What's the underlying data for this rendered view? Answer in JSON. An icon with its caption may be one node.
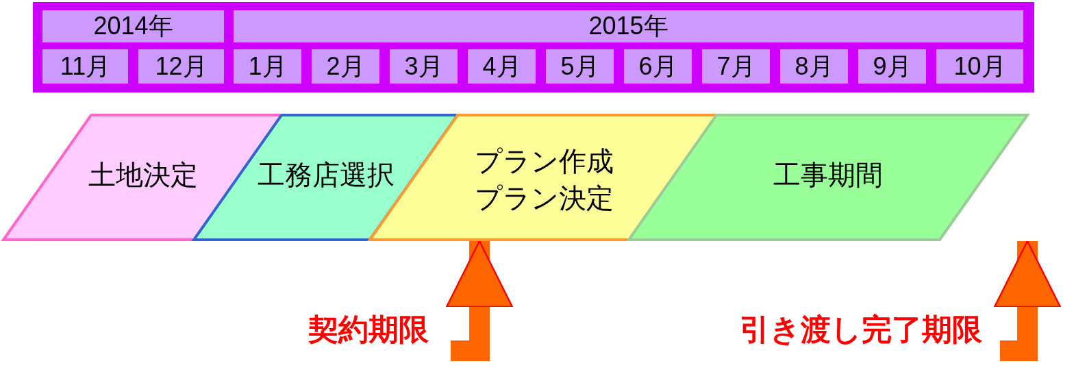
{
  "diagram": {
    "nodes": [
      {
        "text": [],
        "shape": "box"
      },
      {
        "text": [
          "2014年"
        ],
        "in": 0
      },
      {
        "text": [
          "2015年"
        ],
        "in": 0
      },
      {
        "text": [
          "11月"
        ],
        "in": 0
      },
      {
        "text": [
          "12月"
        ],
        "in": 0
      },
      {
        "text": [
          "1月"
        ],
        "in": 0
      },
      {
        "text": [
          "2月"
        ],
        "in": 0
      },
      {
        "text": [
          "3月"
        ],
        "in": 0
      },
      {
        "text": [
          "4月"
        ],
        "in": 0
      },
      {
        "text": [
          "5月"
        ],
        "in": 0
      },
      {
        "text": [
          "6月"
        ],
        "in": 0
      },
      {
        "text": [
          "7月"
        ],
        "in": 0
      },
      {
        "text": [
          "8月"
        ],
        "in": 0
      },
      {
        "text": [
          "9月"
        ],
        "in": 0
      },
      {
        "text": [
          "10月"
        ],
        "in": 0
      },
      {
        "text": [
          "土地決定"
        ]
      },
      {
        "text": [
          "工務店選択"
        ]
      },
      {
        "text": [
          "プラン作成",
          "プラン決定"
        ]
      },
      {
        "text": [
          "工事期間"
        ]
      },
      {
        "text": [
          "契約期限"
        ]
      },
      {
        "text": [
          "引き渡し完了期限"
        ]
      }
    ],
    "edges": [
      {
        "from": 19,
        "to": 17,
        "arrow": "to"
      },
      {
        "from": 20,
        "to": 18,
        "arrow": "to"
      }
    ]
  }
}
